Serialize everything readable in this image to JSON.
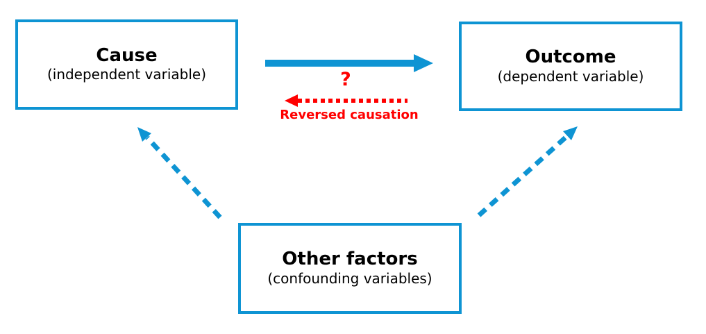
{
  "diagram": {
    "colors": {
      "blue": "#0e94d3",
      "red": "#ff0000",
      "text": "#000000",
      "background": "#ffffff"
    },
    "boxes": {
      "cause": {
        "title": "Cause",
        "subtitle": "(independent variable)"
      },
      "outcome": {
        "title": "Outcome",
        "subtitle": "(dependent variable)"
      },
      "other_factors": {
        "title": "Other factors",
        "subtitle": "(confounding variables)"
      }
    },
    "arrows": {
      "causation": {
        "style": "solid",
        "from": "cause",
        "to": "outcome"
      },
      "reversed_causation": {
        "style": "dotted",
        "from": "outcome",
        "to": "cause",
        "question_mark": "?",
        "label": "Reversed causation"
      },
      "confounder_to_cause": {
        "style": "dashed",
        "from": "other_factors",
        "to": "cause"
      },
      "confounder_to_outcome": {
        "style": "dashed",
        "from": "other_factors",
        "to": "outcome"
      }
    }
  }
}
